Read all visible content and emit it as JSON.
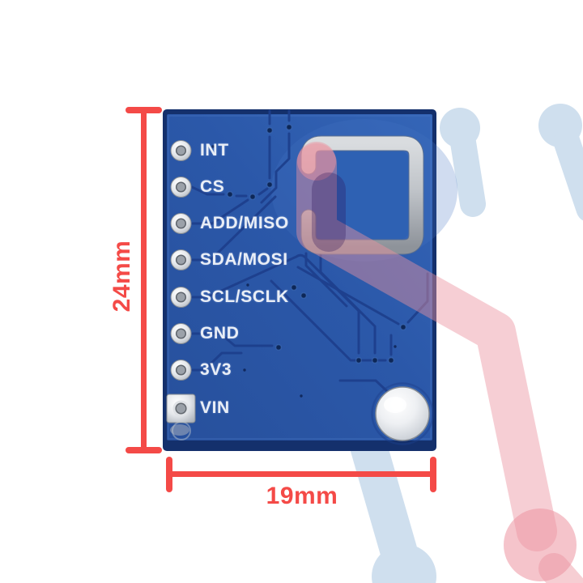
{
  "scene": "blue sensor breakout PCB photographed on white with red dimension callouts",
  "colors": {
    "accent_red": "#f44a47",
    "pcb_blue": "#2b57a7",
    "pcb_blue_light": "#3b6cbe",
    "pcb_edge": "#14306c",
    "trace_navy": "#1d3f8c",
    "silkscreen_white": "#e9eef6",
    "pad_silver": "#ced2d8",
    "sensor_ring_silver": "#b7bbc1",
    "watermark_pink": "#ec93a0",
    "watermark_blue": "#cfdfee"
  },
  "board": {
    "pins": [
      {
        "label": "INT",
        "pad_shape": "round"
      },
      {
        "label": "CS",
        "pad_shape": "round"
      },
      {
        "label": "ADD/MISO",
        "pad_shape": "round"
      },
      {
        "label": "SDA/MOSI",
        "pad_shape": "round"
      },
      {
        "label": "SCL/SCLK",
        "pad_shape": "round"
      },
      {
        "label": "GND",
        "pad_shape": "round"
      },
      {
        "label": "3V3",
        "pad_shape": "round"
      },
      {
        "label": "VIN",
        "pad_shape": "square"
      }
    ],
    "features": [
      "sensor-ring-pad",
      "mounting-hole-pad",
      "copper-traces",
      "vias"
    ]
  },
  "annotations": {
    "height_label": "24mm",
    "width_label": "19mm"
  }
}
